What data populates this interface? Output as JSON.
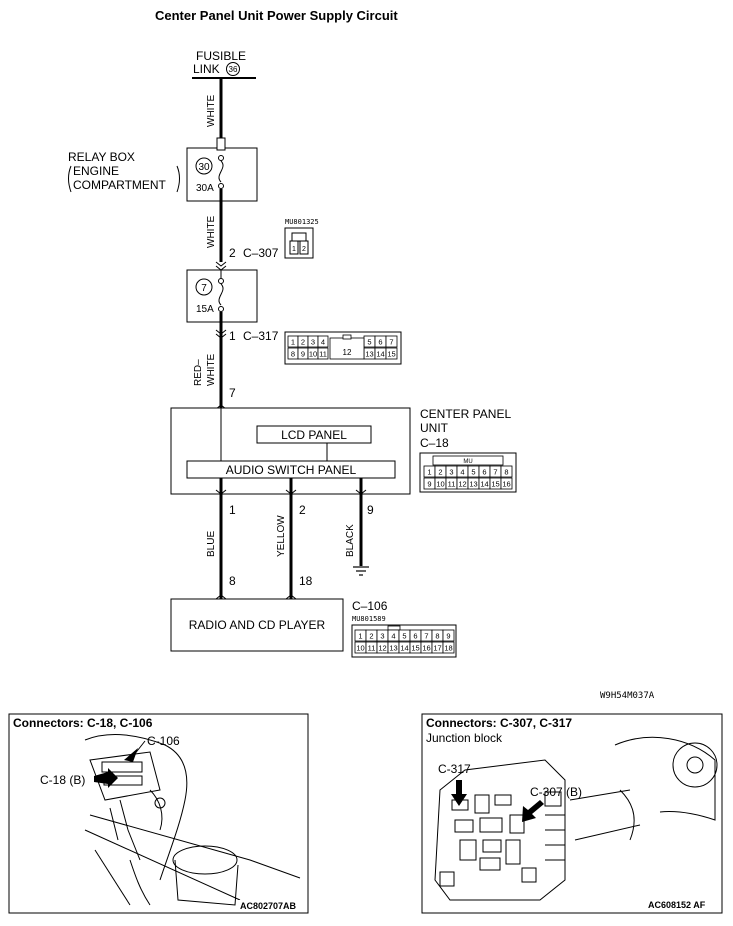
{
  "title": "Center Panel Unit Power Supply Circuit",
  "fusible_link": {
    "line1": "FUSIBLE",
    "line2": "LINK",
    "number": "36"
  },
  "relay_box": {
    "line1": "RELAY BOX",
    "line2": "ENGINE",
    "line3": "COMPARTMENT",
    "fuse_number": "30",
    "fuse_rating": "30A"
  },
  "fuse2": {
    "number": "7",
    "rating": "15A"
  },
  "wires": {
    "white_1": "WHITE",
    "white_2": "WHITE",
    "red_white_1": "RED–",
    "red_white_2": "WHITE",
    "blue": "BLUE",
    "yellow": "YELLOW",
    "black": "BLACK"
  },
  "pins": {
    "c307": "2",
    "c317": "1",
    "cpu_in": "7",
    "cpu_1": "1",
    "cpu_2": "2",
    "cpu_9": "9",
    "radio_8": "8",
    "radio_18": "18"
  },
  "connectors": {
    "c307_label": "C–307",
    "c307_part": "MU801325",
    "c317_label": "C–317",
    "c317_top": [
      "1",
      "2",
      "3",
      "4",
      "5",
      "6",
      "7"
    ],
    "c317_mid": "12",
    "c317_bottom": [
      "8",
      "9",
      "10",
      "11",
      "13",
      "14",
      "15"
    ],
    "c18_label": "C–18",
    "c18_key": "MU",
    "c18_top": [
      "1",
      "2",
      "3",
      "4",
      "5",
      "6",
      "7",
      "8"
    ],
    "c18_bottom": [
      "9",
      "10",
      "11",
      "12",
      "13",
      "14",
      "15",
      "16"
    ],
    "c106_label": "C–106",
    "c106_part": "MU801589",
    "c106_top": [
      "1",
      "2",
      "3",
      "4",
      "5",
      "6",
      "7",
      "8",
      "9"
    ],
    "c106_bottom": [
      "10",
      "11",
      "12",
      "13",
      "14",
      "15",
      "16",
      "17",
      "18"
    ]
  },
  "center_panel": {
    "line1": "CENTER PANEL",
    "line2": "UNIT",
    "lcd": "LCD PANEL",
    "audio": "AUDIO SWITCH PANEL"
  },
  "radio": "RADIO AND CD PLAYER",
  "diagram_code": "W9H54M037A",
  "inset_left": {
    "title": "Connectors: C-18, C-106",
    "callout_1": "C-106",
    "callout_2": "C-18 (B)",
    "code": "AC802707AB"
  },
  "inset_right": {
    "title": "Connectors: C-307, C-317",
    "subtitle": "Junction block",
    "callout_1": "C-317",
    "callout_2": "C-307 (B)",
    "code": "AC608152 AF"
  }
}
